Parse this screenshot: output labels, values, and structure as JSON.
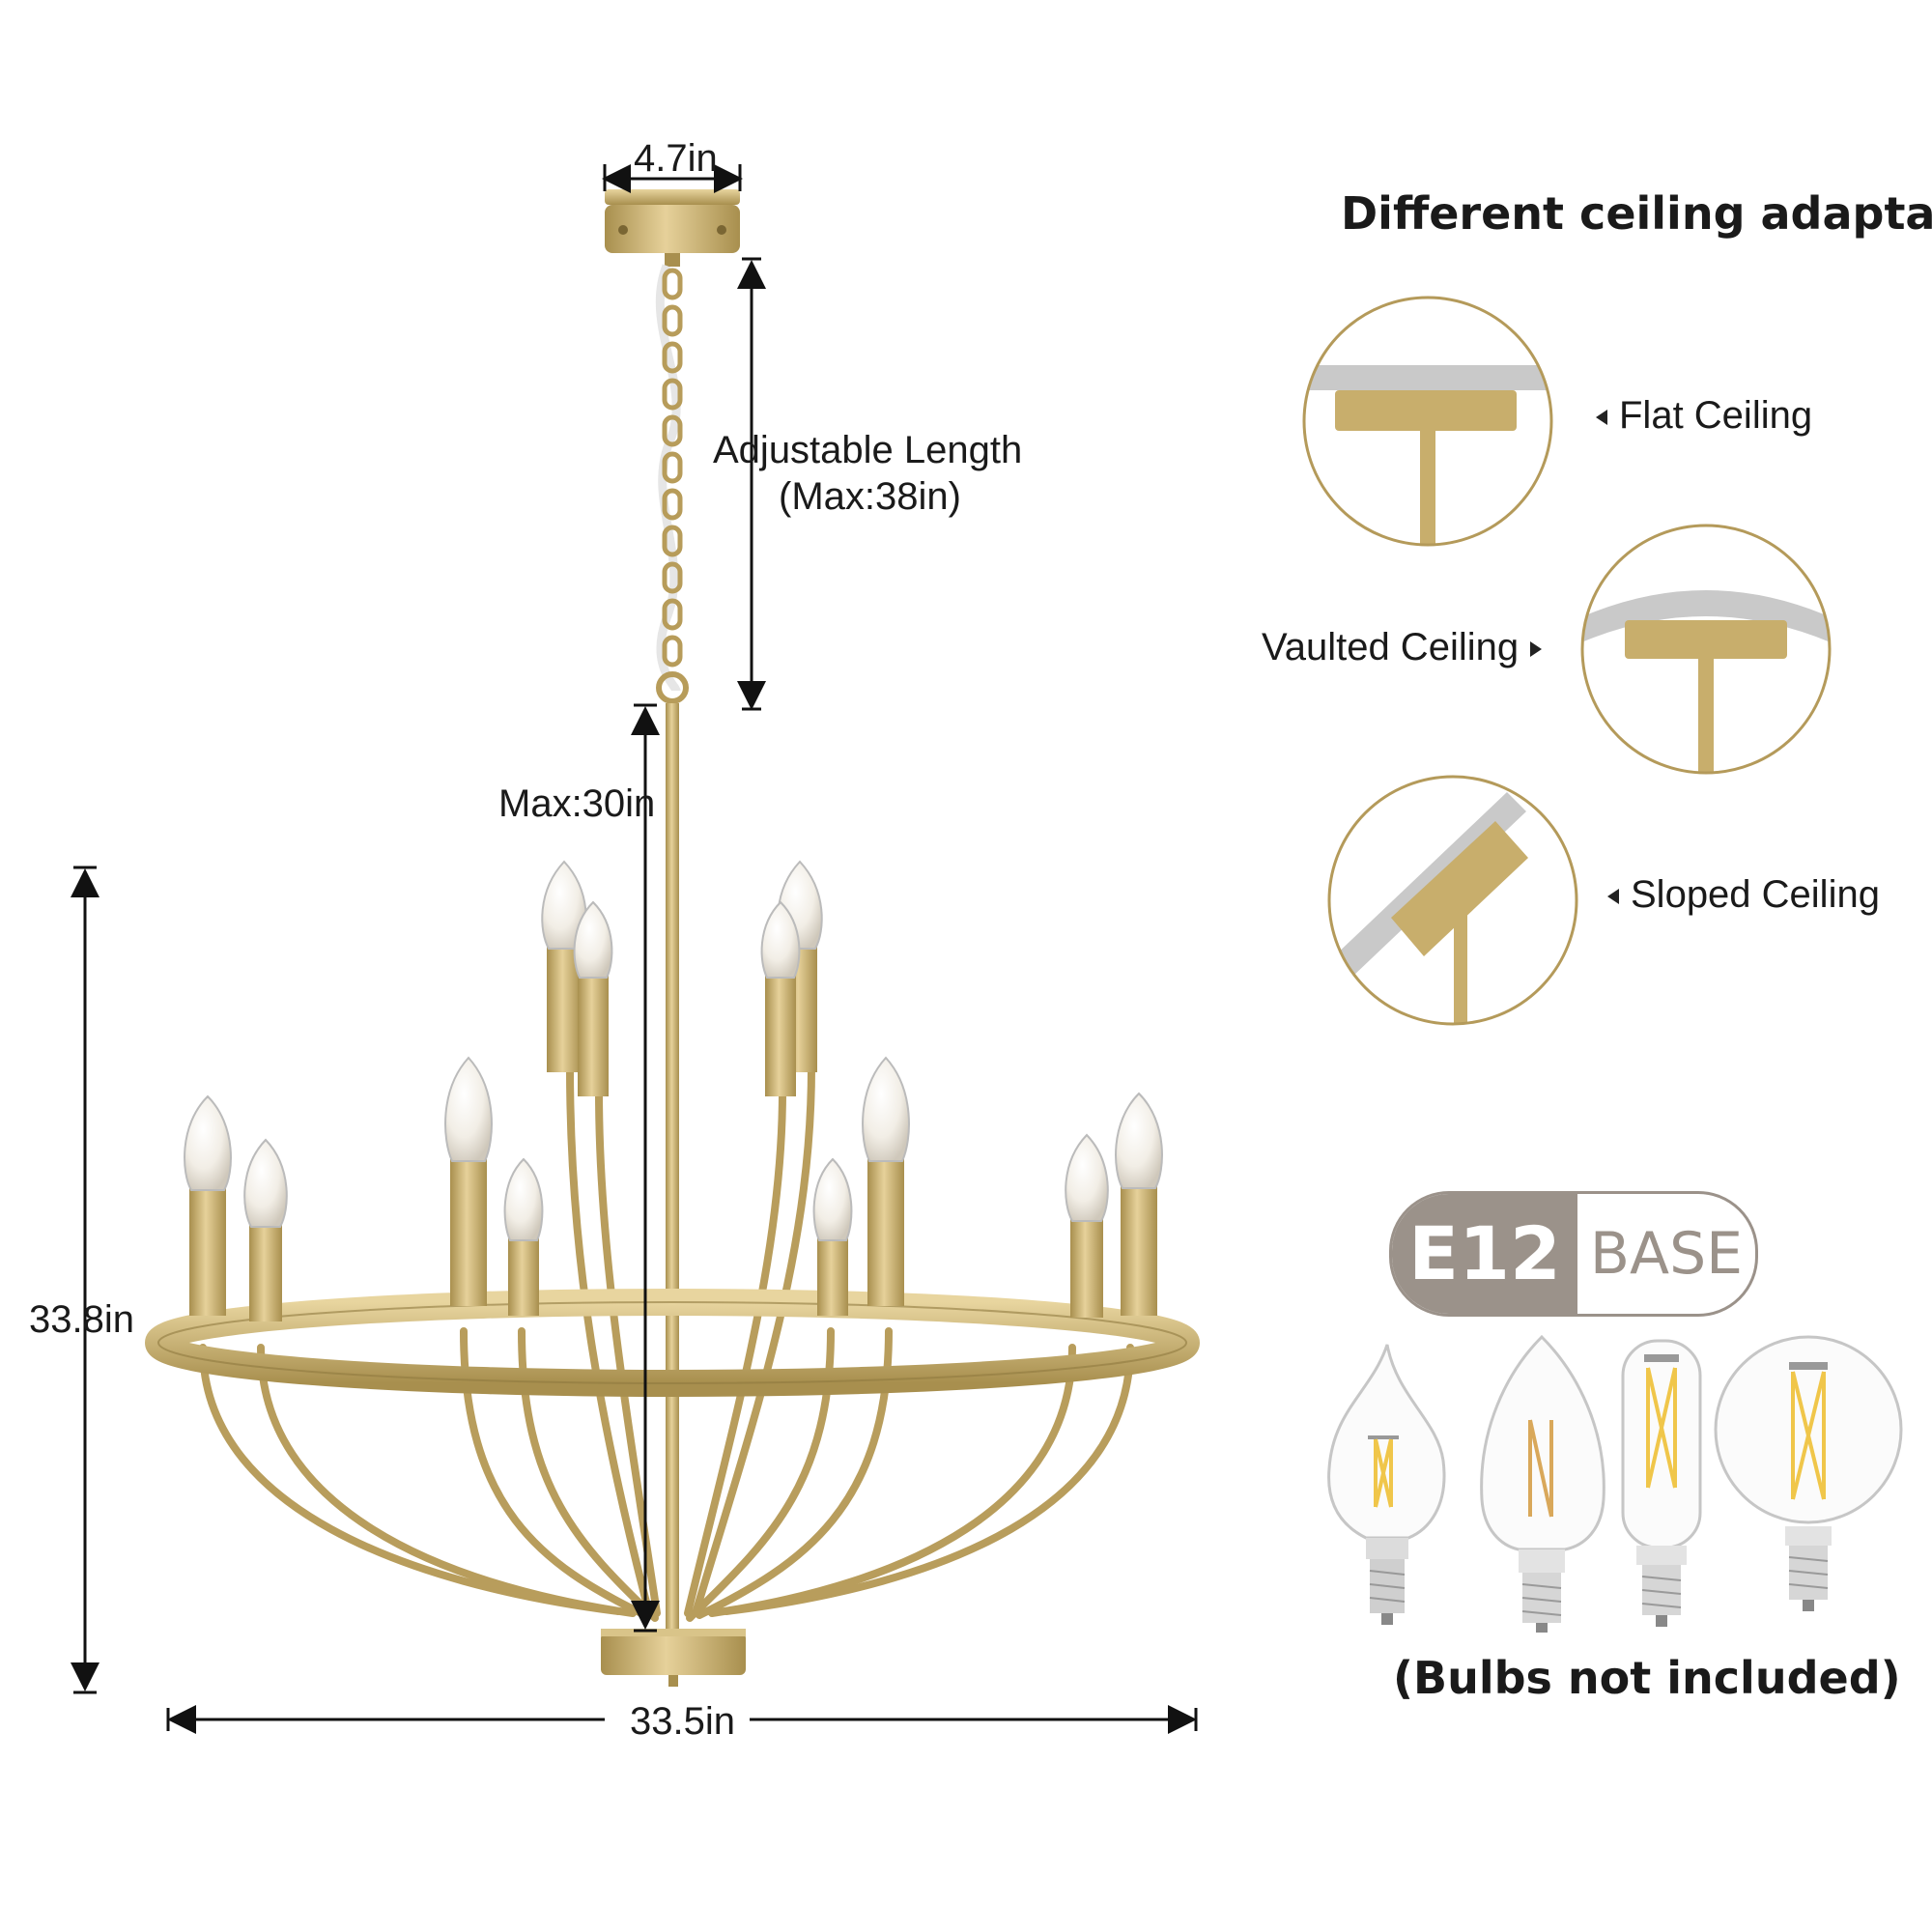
{
  "dimensions": {
    "canopy_width": "4.7in",
    "adjustable_length_line1": "Adjustable Length",
    "adjustable_length_line2": "(Max:38in)",
    "body_max_height": "Max:30in",
    "total_height": "33.8in",
    "total_width": "33.5in"
  },
  "ceiling_panel": {
    "title": "Different ceiling adaptab",
    "options": [
      {
        "label": "Flat Ceiling",
        "arrow": "left"
      },
      {
        "label": "Vaulted Ceiling",
        "arrow": "right"
      },
      {
        "label": "Sloped Ceiling",
        "arrow": "left"
      }
    ]
  },
  "bulb_panel": {
    "badge_code": "E12",
    "badge_text": "BASE",
    "bulb_types": [
      "flame-tip-bulb-icon",
      "candle-bulb-icon",
      "tubular-bulb-icon",
      "globe-bulb-icon"
    ],
    "note": "(Bulbs not included)"
  },
  "colors": {
    "brass": "#c8ae6c",
    "brass_dark": "#9f8748",
    "ceiling_gray": "#c9c9c9",
    "badge_gray": "#9b928a",
    "circle_outline": "#b49a5a"
  }
}
